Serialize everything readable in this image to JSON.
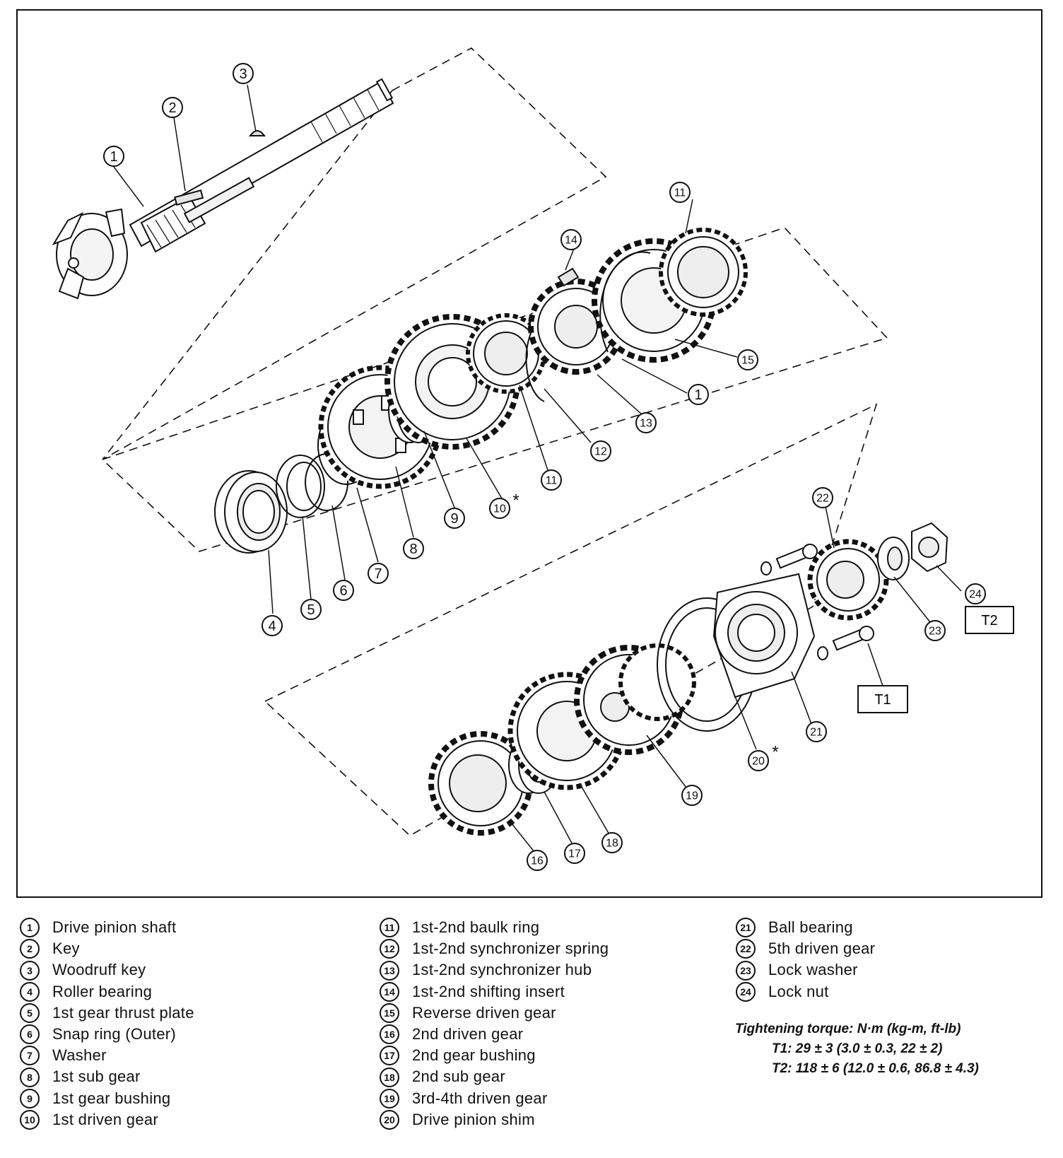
{
  "callouts": {
    "c1a": "1",
    "c2": "2",
    "c3": "3",
    "c11a": "11",
    "c14": "14",
    "c15": "15",
    "c1b": "1",
    "c13": "13",
    "c12": "12",
    "c11b": "11",
    "c10": "10",
    "c9": "9",
    "c8": "8",
    "c7": "7",
    "c6": "6",
    "c5": "5",
    "c4": "4",
    "c22": "22",
    "c24": "24",
    "c23": "23",
    "c21": "21",
    "c20": "20",
    "c19": "19",
    "c18": "18",
    "c17": "17",
    "c16": "16",
    "asterisk": "*"
  },
  "torque_boxes": {
    "t1": "T1",
    "t2": "T2"
  },
  "legend": {
    "col1": [
      {
        "num": "1",
        "name": "Drive pinion shaft"
      },
      {
        "num": "2",
        "name": "Key"
      },
      {
        "num": "3",
        "name": "Woodruff key"
      },
      {
        "num": "4",
        "name": "Roller bearing"
      },
      {
        "num": "5",
        "name": "1st gear thrust plate"
      },
      {
        "num": "6",
        "name": "Snap ring (Outer)"
      },
      {
        "num": "7",
        "name": "Washer"
      },
      {
        "num": "8",
        "name": "1st sub gear"
      },
      {
        "num": "9",
        "name": "1st gear bushing"
      },
      {
        "num": "10",
        "name": "1st driven gear"
      }
    ],
    "col2": [
      {
        "num": "11",
        "name": "1st-2nd baulk ring"
      },
      {
        "num": "12",
        "name": "1st-2nd synchronizer spring"
      },
      {
        "num": "13",
        "name": "1st-2nd synchronizer hub"
      },
      {
        "num": "14",
        "name": "1st-2nd shifting insert"
      },
      {
        "num": "15",
        "name": "Reverse driven gear"
      },
      {
        "num": "16",
        "name": "2nd driven gear"
      },
      {
        "num": "17",
        "name": "2nd gear bushing"
      },
      {
        "num": "18",
        "name": "2nd sub gear"
      },
      {
        "num": "19",
        "name": "3rd-4th driven gear"
      },
      {
        "num": "20",
        "name": "Drive pinion shim"
      }
    ],
    "col3": [
      {
        "num": "21",
        "name": "Ball bearing"
      },
      {
        "num": "22",
        "name": "5th driven gear"
      },
      {
        "num": "23",
        "name": "Lock washer"
      },
      {
        "num": "24",
        "name": "Lock nut"
      }
    ]
  },
  "torque": {
    "heading": "Tightening torque: N·m (kg-m, ft-lb)",
    "t1": "T1: 29 ± 3 (3.0 ± 0.3, 22 ± 2)",
    "t2": "T2: 118 ± 6 (12.0 ± 0.6, 86.8 ± 4.3)"
  }
}
